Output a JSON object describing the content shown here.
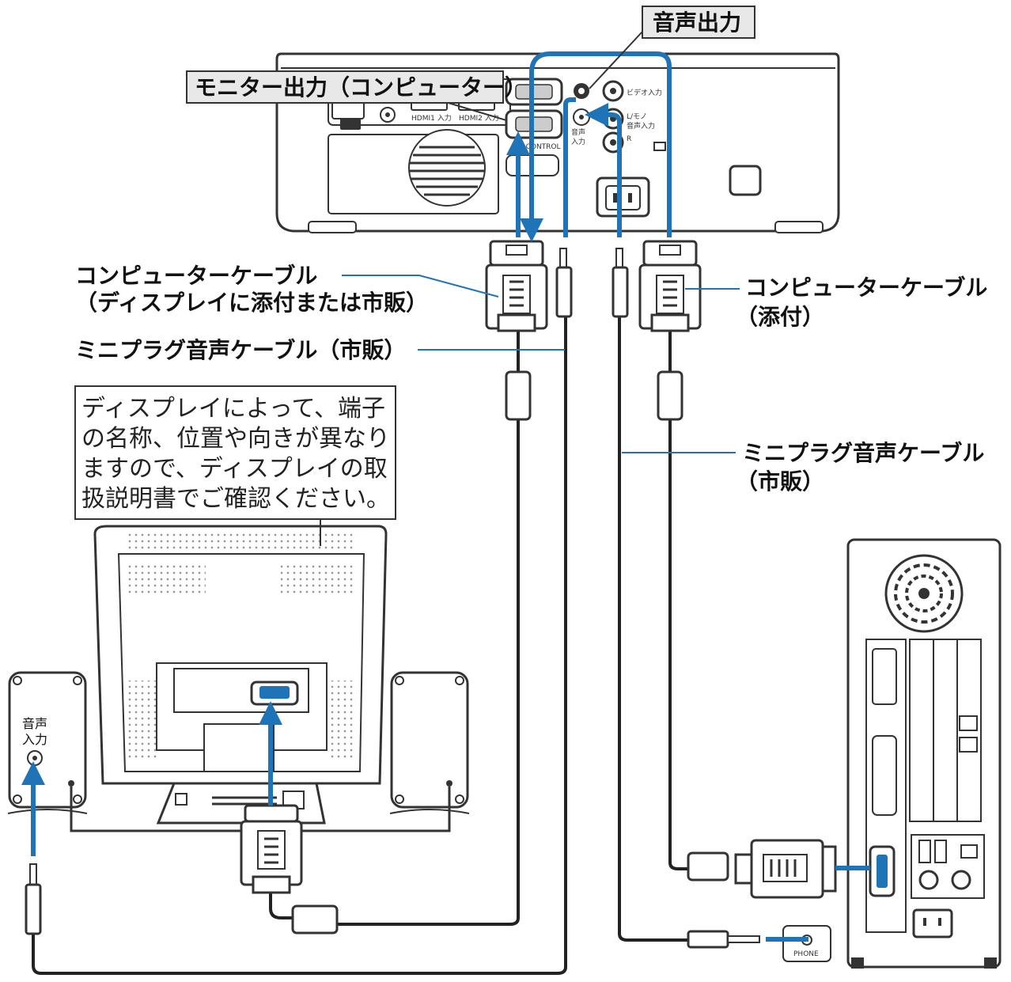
{
  "labels": {
    "audio_out": "音声出力",
    "monitor_out": "モニター出力（コンピューター）",
    "cable_left_line1": "コンピューターケーブル",
    "cable_left_line2": "（ディスプレイに添付または市販）",
    "miniplug_left": "ミニプラグ音声ケーブル（市販）",
    "cable_right_line1": "コンピューターケーブル",
    "cable_right_line2": "（添付）",
    "miniplug_right_line1": "ミニプラグ音声ケーブル",
    "miniplug_right_line2": "（市販）",
    "note_lines": [
      "ディスプレイによって、端子",
      "の名称、位置や向きが異なり",
      "ますので、ディスプレイの取",
      "扱説明書でご確認ください。"
    ],
    "speaker_input_line1": "音声",
    "speaker_input_line2": "入力",
    "phone": "PHONE"
  },
  "colors": {
    "connection_arrow": "#1f74b8",
    "outline": "#333333",
    "callout_fill": "#e8e8e8"
  }
}
